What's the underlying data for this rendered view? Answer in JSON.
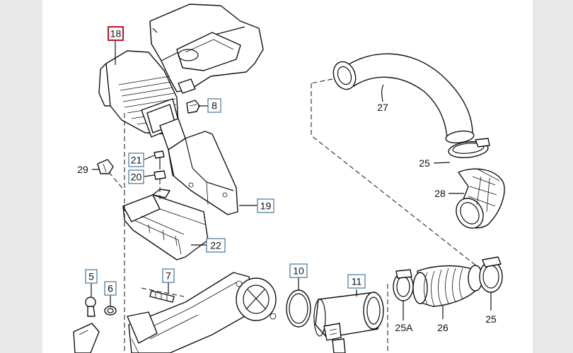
{
  "callouts": {
    "c18": "18",
    "c8": "8",
    "c27": "27",
    "c29": "29",
    "c21": "21",
    "c20": "20",
    "c25a": "25",
    "c28": "28",
    "c19": "19",
    "c22": "22",
    "c5": "5",
    "c7": "7",
    "c6": "6",
    "c10": "10",
    "c11": "11",
    "c25A": "25A",
    "c26": "26",
    "c25b": "25"
  },
  "colors": {
    "highlight_box": "#c0162c",
    "callout_box": "#4d7fa3",
    "viewer_background": "#e9e9e9",
    "sheet": "#ffffff"
  }
}
